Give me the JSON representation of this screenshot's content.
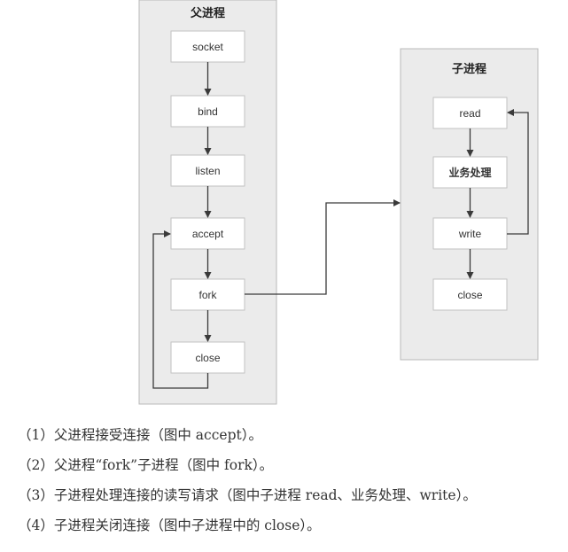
{
  "diagram": {
    "parent_title": "父进程",
    "child_title": "子进程",
    "parent_steps": [
      "socket",
      "bind",
      "listen",
      "accept",
      "fork",
      "close"
    ],
    "child_steps": [
      "read",
      "业务处理",
      "write",
      "close"
    ]
  },
  "notes": [
    "（1）父进程接受连接（图中 accept）。",
    "（2）父进程“fork”子进程（图中 fork）。",
    "（3）子进程处理连接的读写请求（图中子进程 read、业务处理、write）。",
    "（4）子进程关闭连接（图中子进程中的 close）。"
  ],
  "colors": {
    "panel_fill": "#ebebeb",
    "panel_border": "#b8b8b8",
    "node_fill": "#ffffff",
    "node_border": "#c2c2c2",
    "arrow": "#3a3a3a"
  }
}
